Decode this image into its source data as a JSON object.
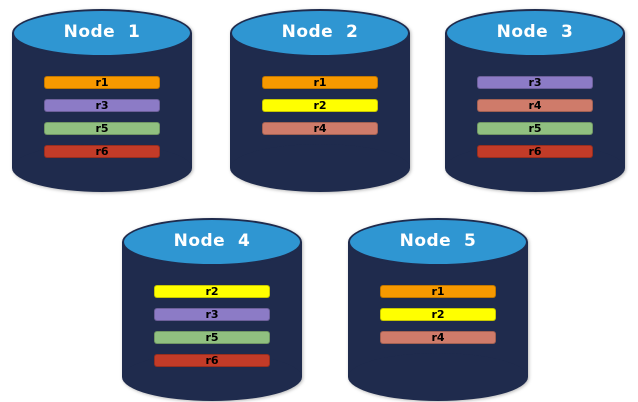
{
  "diagram": {
    "title": "database-nodes-with-replicas",
    "background": "#FFFFFF"
  },
  "palette": {
    "cylinder_body": "#1F2B4D",
    "cylinder_top": "#2F96D2",
    "title_text": "#FFFFFF",
    "bar_text": "#000000"
  },
  "replica_colors": {
    "r1": "#F79900",
    "r2": "#FFFF00",
    "r3": "#8C7BC6",
    "r4": "#CF7B6A",
    "r5": "#90C080",
    "r6": "#C23B28"
  },
  "nodes": [
    {
      "label": "Node  1",
      "replicas": [
        "r1",
        "r3",
        "r5",
        "r6"
      ]
    },
    {
      "label": "Node  2",
      "replicas": [
        "r1",
        "r2",
        "r4"
      ]
    },
    {
      "label": "Node  3",
      "replicas": [
        "r3",
        "r4",
        "r5",
        "r6"
      ]
    },
    {
      "label": "Node  4",
      "replicas": [
        "r2",
        "r3",
        "r5",
        "r6"
      ]
    },
    {
      "label": "Node  5",
      "replicas": [
        "r1",
        "r2",
        "r4"
      ]
    }
  ]
}
